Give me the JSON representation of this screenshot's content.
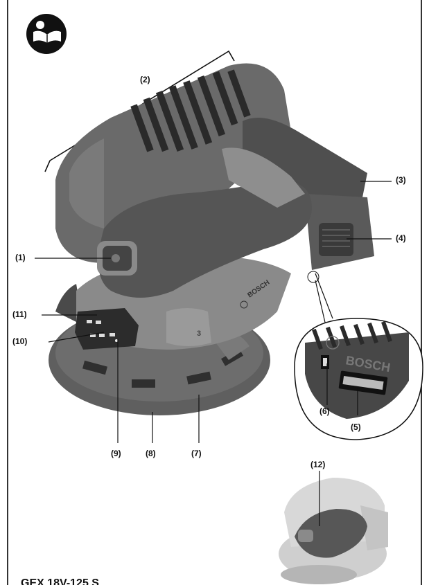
{
  "callouts": {
    "c1": "(1)",
    "c2": "(2)",
    "c3": "(3)",
    "c4": "(4)",
    "c5": "(5)",
    "c6": "(6)",
    "c7": "(7)",
    "c8": "(8)",
    "c9": "(9)",
    "c10": "(10)",
    "c11": "(11)",
    "c12": "(12)"
  },
  "brand": {
    "housing_logo": "BOSCH",
    "zoom_logo": "BOSCH",
    "dial_number": "3"
  },
  "model_caption": "GEX 18V-125 S",
  "icons": {
    "manual": "read-manual-icon"
  }
}
